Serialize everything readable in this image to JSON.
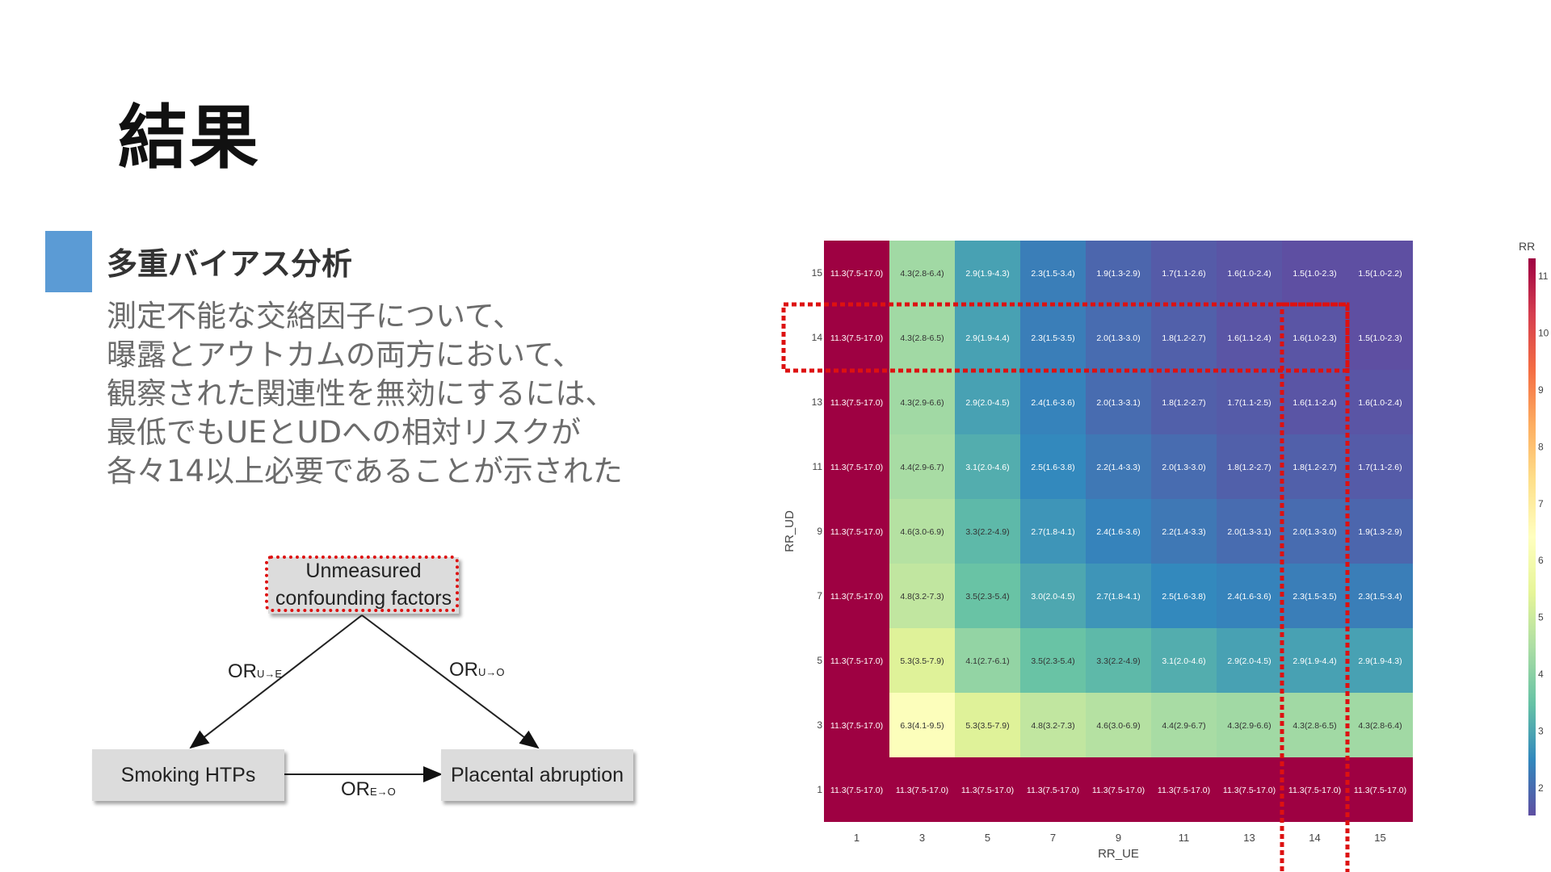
{
  "slide": {
    "title": "結果",
    "section_title": "多重バイアス分析",
    "accent_color": "#5b9bd5",
    "body_lines": [
      "測定不能な交絡因子について、",
      "曝露とアウトカムの両方において、",
      "観察された関連性を無効にするには、",
      "最低でもUEとUDへの相対リスクが",
      "各々14以上必要であることが示された"
    ]
  },
  "diagram": {
    "confounder_line1": "Unmeasured",
    "confounder_line2": "confounding factors",
    "exposure": "Smoking HTPs",
    "outcome": "Placental abruption",
    "or_ue_main": "OR",
    "or_ue_sub": "U→E",
    "or_uo_main": "OR",
    "or_uo_sub": "U→O",
    "or_eo_main": "OR",
    "or_eo_sub": "E→O",
    "highlight_color": "#dd1111"
  },
  "chart_data": {
    "type": "heatmap",
    "title": "",
    "xlabel": "RR_UE",
    "ylabel": "RR_UD",
    "x": [
      "1",
      "3",
      "5",
      "7",
      "9",
      "11",
      "13",
      "14",
      "15"
    ],
    "y": [
      "15",
      "14",
      "13",
      "11",
      "9",
      "7",
      "5",
      "3",
      "1"
    ],
    "values": [
      [
        11.3,
        4.3,
        2.9,
        2.3,
        1.9,
        1.7,
        1.6,
        1.5,
        1.5
      ],
      [
        11.3,
        4.3,
        2.9,
        2.3,
        2.0,
        1.8,
        1.6,
        1.6,
        1.5
      ],
      [
        11.3,
        4.3,
        2.9,
        2.4,
        2.0,
        1.8,
        1.7,
        1.6,
        1.6
      ],
      [
        11.3,
        4.4,
        3.1,
        2.5,
        2.2,
        2.0,
        1.8,
        1.8,
        1.7
      ],
      [
        11.3,
        4.6,
        3.3,
        2.7,
        2.4,
        2.2,
        2.0,
        2.0,
        1.9
      ],
      [
        11.3,
        4.8,
        3.5,
        3.0,
        2.7,
        2.5,
        2.4,
        2.3,
        2.3
      ],
      [
        11.3,
        5.3,
        4.1,
        3.5,
        3.3,
        3.1,
        2.9,
        2.9,
        2.9
      ],
      [
        11.3,
        6.3,
        5.3,
        4.8,
        4.6,
        4.4,
        4.3,
        4.3,
        4.3
      ],
      [
        11.3,
        11.3,
        11.3,
        11.3,
        11.3,
        11.3,
        11.3,
        11.3,
        11.3
      ]
    ],
    "cell_labels": [
      [
        "11.3(7.5-17.0)",
        "4.3(2.8-6.4)",
        "2.9(1.9-4.3)",
        "2.3(1.5-3.4)",
        "1.9(1.3-2.9)",
        "1.7(1.1-2.6)",
        "1.6(1.0-2.4)",
        "1.5(1.0-2.3)",
        "1.5(1.0-2.2)"
      ],
      [
        "11.3(7.5-17.0)",
        "4.3(2.8-6.5)",
        "2.9(1.9-4.4)",
        "2.3(1.5-3.5)",
        "2.0(1.3-3.0)",
        "1.8(1.2-2.7)",
        "1.6(1.1-2.4)",
        "1.6(1.0-2.3)",
        "1.5(1.0-2.3)"
      ],
      [
        "11.3(7.5-17.0)",
        "4.3(2.9-6.6)",
        "2.9(2.0-4.5)",
        "2.4(1.6-3.6)",
        "2.0(1.3-3.1)",
        "1.8(1.2-2.7)",
        "1.7(1.1-2.5)",
        "1.6(1.1-2.4)",
        "1.6(1.0-2.4)"
      ],
      [
        "11.3(7.5-17.0)",
        "4.4(2.9-6.7)",
        "3.1(2.0-4.6)",
        "2.5(1.6-3.8)",
        "2.2(1.4-3.3)",
        "2.0(1.3-3.0)",
        "1.8(1.2-2.7)",
        "1.8(1.2-2.7)",
        "1.7(1.1-2.6)"
      ],
      [
        "11.3(7.5-17.0)",
        "4.6(3.0-6.9)",
        "3.3(2.2-4.9)",
        "2.7(1.8-4.1)",
        "2.4(1.6-3.6)",
        "2.2(1.4-3.3)",
        "2.0(1.3-3.1)",
        "2.0(1.3-3.0)",
        "1.9(1.3-2.9)"
      ],
      [
        "11.3(7.5-17.0)",
        "4.8(3.2-7.3)",
        "3.5(2.3-5.4)",
        "3.0(2.0-4.5)",
        "2.7(1.8-4.1)",
        "2.5(1.6-3.8)",
        "2.4(1.6-3.6)",
        "2.3(1.5-3.5)",
        "2.3(1.5-3.4)"
      ],
      [
        "11.3(7.5-17.0)",
        "5.3(3.5-7.9)",
        "4.1(2.7-6.1)",
        "3.5(2.3-5.4)",
        "3.3(2.2-4.9)",
        "3.1(2.0-4.6)",
        "2.9(2.0-4.5)",
        "2.9(1.9-4.4)",
        "2.9(1.9-4.3)"
      ],
      [
        "11.3(7.5-17.0)",
        "6.3(4.1-9.5)",
        "5.3(3.5-7.9)",
        "4.8(3.2-7.3)",
        "4.6(3.0-6.9)",
        "4.4(2.9-6.7)",
        "4.3(2.9-6.6)",
        "4.3(2.8-6.5)",
        "4.3(2.8-6.4)"
      ],
      [
        "11.3(7.5-17.0)",
        "11.3(7.5-17.0)",
        "11.3(7.5-17.0)",
        "11.3(7.5-17.0)",
        "11.3(7.5-17.0)",
        "11.3(7.5-17.0)",
        "11.3(7.5-17.0)",
        "11.3(7.5-17.0)",
        "11.3(7.5-17.0)"
      ]
    ],
    "colorbar": {
      "title": "RR",
      "ticks": [
        "11",
        "10",
        "9",
        "8",
        "7",
        "6",
        "5",
        "4",
        "3",
        "2"
      ],
      "range": [
        1.5,
        11.3
      ]
    },
    "highlight": {
      "row": "14",
      "column": "14"
    },
    "grid": false
  }
}
